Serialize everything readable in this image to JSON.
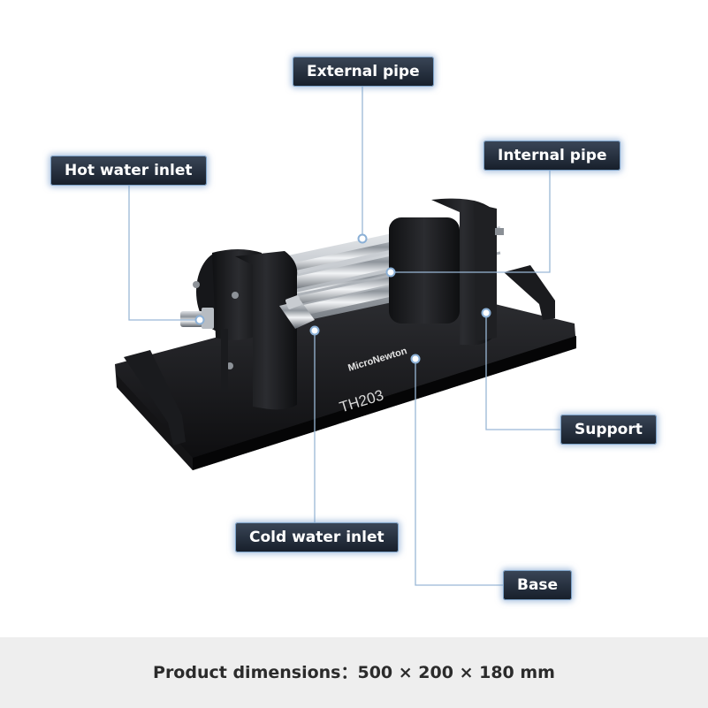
{
  "labels": {
    "external_pipe": "External pipe",
    "internal_pipe": "Internal pipe",
    "hot_water_inlet": "Hot water inlet",
    "support": "Support",
    "cold_water_inlet": "Cold water inlet",
    "base": "Base"
  },
  "device": {
    "brand": "MicroNewton",
    "model": "TH203"
  },
  "footer": {
    "dimensions": "Product dimensions：500 × 200 × 180 mm"
  },
  "colors": {
    "callout_bg": "#1e2734",
    "callout_glow": "#7ea3c9",
    "leader": "#9ab8d6",
    "footer_bg": "#eeeeee"
  }
}
